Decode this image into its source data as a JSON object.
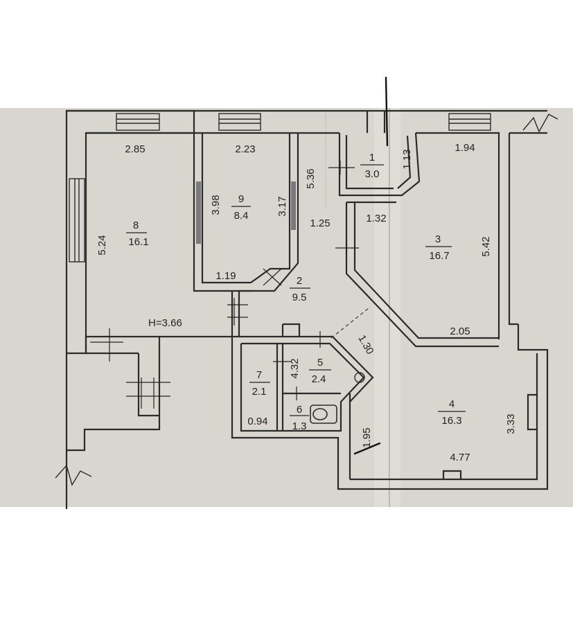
{
  "plan": {
    "height_note": "H=3.66",
    "rooms": [
      {
        "id": "room-1",
        "number": "1",
        "area": "3.0"
      },
      {
        "id": "room-2",
        "number": "2",
        "area": "9.5"
      },
      {
        "id": "room-3",
        "number": "3",
        "area": "16.7"
      },
      {
        "id": "room-4",
        "number": "4",
        "area": "16.3"
      },
      {
        "id": "room-5",
        "number": "5",
        "area": "2.4"
      },
      {
        "id": "room-6",
        "number": "6",
        "area": "1.3"
      },
      {
        "id": "room-7",
        "number": "7",
        "area": "2.1"
      },
      {
        "id": "room-8",
        "number": "8",
        "area": "16.1"
      },
      {
        "id": "room-9",
        "number": "9",
        "area": "8.4"
      }
    ],
    "dimensions": [
      "2.85",
      "2.23",
      "5.36",
      "1.13",
      "1.94",
      "5.24",
      "3.98",
      "3.17",
      "1.25",
      "1.32",
      "5.42",
      "1.19",
      "2.05",
      "1.30",
      "4.32",
      "0.94",
      "1.95",
      "3.33",
      "4.77"
    ]
  }
}
